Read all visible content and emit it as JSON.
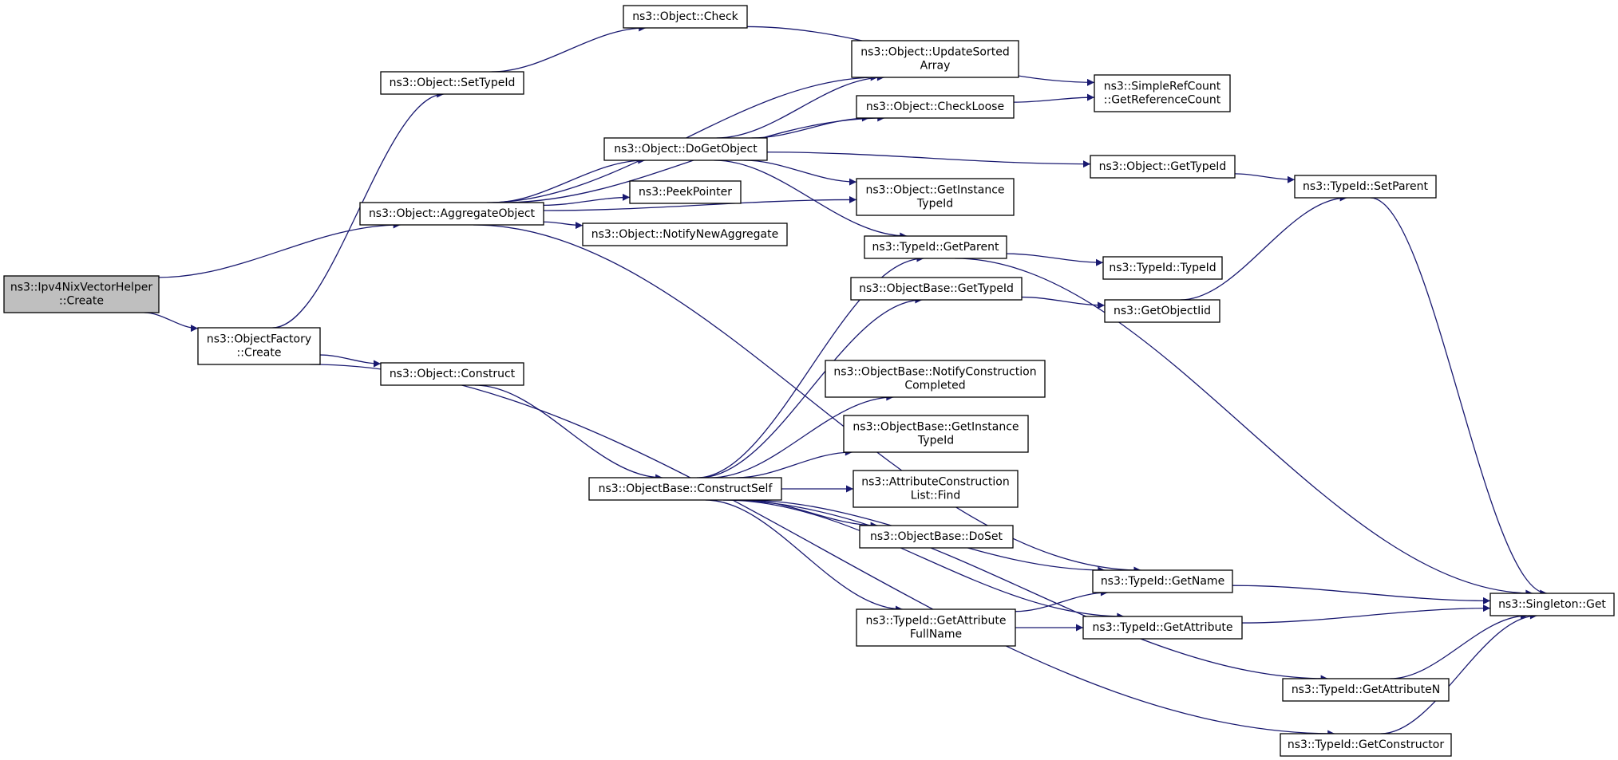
{
  "nodes": [
    {
      "id": "n0",
      "lines": [
        "ns3::Ipv4NixVectorHelper",
        "::Create"
      ],
      "root": true
    },
    {
      "id": "n1",
      "lines": [
        "ns3::Object::AggregateObject"
      ]
    },
    {
      "id": "n2",
      "lines": [
        "ns3::ObjectFactory",
        "::Create"
      ]
    },
    {
      "id": "n3",
      "lines": [
        "ns3::Object::SetTypeId"
      ]
    },
    {
      "id": "n4",
      "lines": [
        "ns3::Object::Construct"
      ]
    },
    {
      "id": "n5",
      "lines": [
        "ns3::Object::Check"
      ]
    },
    {
      "id": "n6",
      "lines": [
        "ns3::Object::DoGetObject"
      ]
    },
    {
      "id": "n7",
      "lines": [
        "ns3::PeekPointer"
      ]
    },
    {
      "id": "n8",
      "lines": [
        "ns3::Object::NotifyNewAggregate"
      ]
    },
    {
      "id": "n9",
      "lines": [
        "ns3::ObjectBase::ConstructSelf"
      ]
    },
    {
      "id": "n10",
      "lines": [
        "ns3::Object::UpdateSorted",
        "Array"
      ]
    },
    {
      "id": "n11",
      "lines": [
        "ns3::Object::CheckLoose"
      ]
    },
    {
      "id": "n12",
      "lines": [
        "ns3::Object::GetInstance",
        "TypeId"
      ]
    },
    {
      "id": "n13",
      "lines": [
        "ns3::TypeId::GetParent"
      ]
    },
    {
      "id": "n14",
      "lines": [
        "ns3::ObjectBase::GetTypeId"
      ]
    },
    {
      "id": "n15",
      "lines": [
        "ns3::ObjectBase::NotifyConstruction",
        "Completed"
      ]
    },
    {
      "id": "n16",
      "lines": [
        "ns3::ObjectBase::GetInstance",
        "TypeId"
      ]
    },
    {
      "id": "n17",
      "lines": [
        "ns3::AttributeConstruction",
        "List::Find"
      ]
    },
    {
      "id": "n18",
      "lines": [
        "ns3::ObjectBase::DoSet"
      ]
    },
    {
      "id": "n19",
      "lines": [
        "ns3::TypeId::GetAttribute",
        "FullName"
      ]
    },
    {
      "id": "n20",
      "lines": [
        "ns3::SimpleRefCount",
        "::GetReferenceCount"
      ]
    },
    {
      "id": "n21",
      "lines": [
        "ns3::Object::GetTypeId"
      ]
    },
    {
      "id": "n22",
      "lines": [
        "ns3::TypeId::TypeId"
      ]
    },
    {
      "id": "n23",
      "lines": [
        "ns3::GetObjectIid"
      ]
    },
    {
      "id": "n24",
      "lines": [
        "ns3::TypeId::GetName"
      ]
    },
    {
      "id": "n25",
      "lines": [
        "ns3::TypeId::GetAttribute"
      ]
    },
    {
      "id": "n26",
      "lines": [
        "ns3::TypeId::GetAttributeN"
      ]
    },
    {
      "id": "n27",
      "lines": [
        "ns3::TypeId::GetConstructor"
      ]
    },
    {
      "id": "n28",
      "lines": [
        "ns3::TypeId::SetParent"
      ]
    },
    {
      "id": "n29",
      "lines": [
        "ns3::Singleton::Get"
      ]
    }
  ],
  "edges": [
    [
      "n0",
      "n1"
    ],
    [
      "n0",
      "n2"
    ],
    [
      "n1",
      "n10"
    ],
    [
      "n1",
      "n11"
    ],
    [
      "n1",
      "n6"
    ],
    [
      "n1",
      "n7"
    ],
    [
      "n1",
      "n8"
    ],
    [
      "n1",
      "n12"
    ],
    [
      "n1",
      "n24"
    ],
    [
      "n2",
      "n3"
    ],
    [
      "n2",
      "n4"
    ],
    [
      "n2",
      "n27"
    ],
    [
      "n3",
      "n5"
    ],
    [
      "n4",
      "n9"
    ],
    [
      "n5",
      "n20"
    ],
    [
      "n6",
      "n10"
    ],
    [
      "n6",
      "n11"
    ],
    [
      "n6",
      "n21"
    ],
    [
      "n6",
      "n12"
    ],
    [
      "n6",
      "n13"
    ],
    [
      "n11",
      "n20"
    ],
    [
      "n21",
      "n28"
    ],
    [
      "n13",
      "n22"
    ],
    [
      "n13",
      "n29"
    ],
    [
      "n14",
      "n23"
    ],
    [
      "n23",
      "n28"
    ],
    [
      "n28",
      "n29"
    ],
    [
      "n9",
      "n13"
    ],
    [
      "n9",
      "n14"
    ],
    [
      "n9",
      "n15"
    ],
    [
      "n9",
      "n16"
    ],
    [
      "n9",
      "n17"
    ],
    [
      "n9",
      "n18"
    ],
    [
      "n9",
      "n24"
    ],
    [
      "n9",
      "n19"
    ],
    [
      "n9",
      "n25"
    ],
    [
      "n9",
      "n26"
    ],
    [
      "n19",
      "n24"
    ],
    [
      "n19",
      "n25"
    ],
    [
      "n24",
      "n29"
    ],
    [
      "n25",
      "n29"
    ],
    [
      "n26",
      "n29"
    ],
    [
      "n27",
      "n29"
    ]
  ]
}
